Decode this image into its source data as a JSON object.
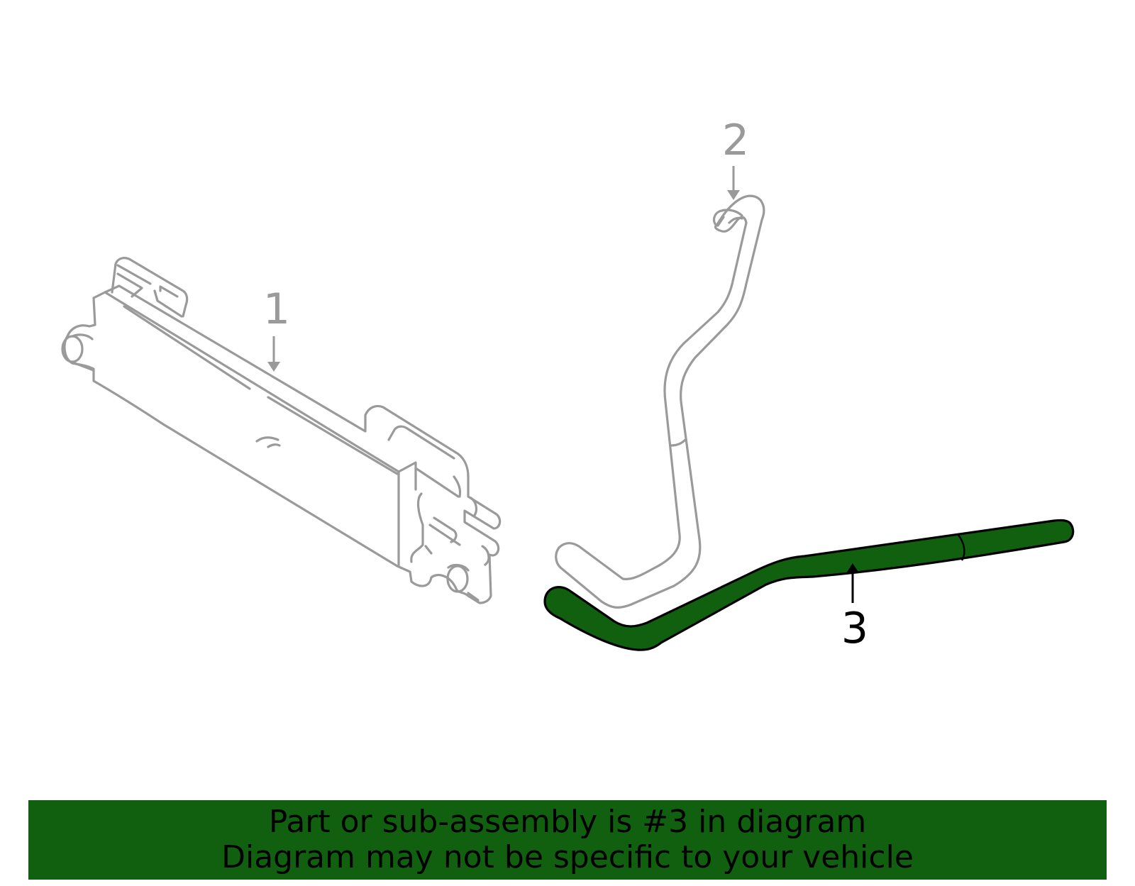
{
  "callouts": [
    {
      "id": "1",
      "label": "1",
      "state": "inactive"
    },
    {
      "id": "2",
      "label": "2",
      "state": "inactive"
    },
    {
      "id": "3",
      "label": "3",
      "state": "highlighted"
    }
  ],
  "banner": {
    "line1": "Part or sub-assembly is #3 in diagram",
    "line2": "Diagram may not be specific to your vehicle"
  },
  "colors": {
    "highlight": "#116010",
    "outline_inactive": "#9a9a9a",
    "outline_active": "#000000",
    "banner_background": "#116010",
    "background": "#ffffff"
  }
}
